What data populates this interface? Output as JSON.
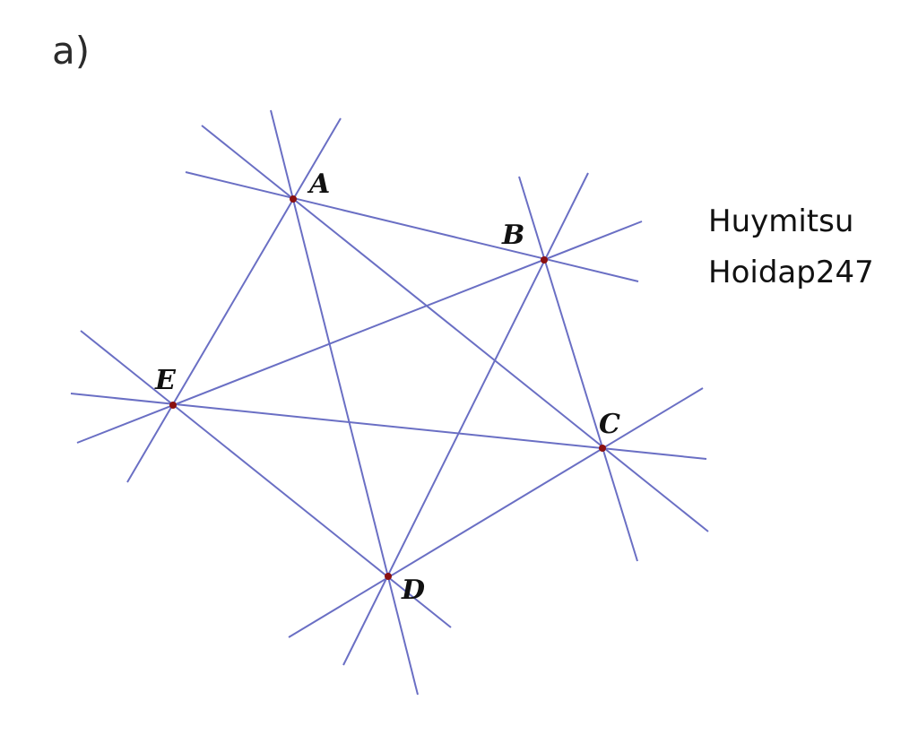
{
  "part_label": "a)",
  "credit": {
    "line1": "Huymitsu",
    "line2": "Hoidap247"
  },
  "figure": {
    "points": [
      {
        "id": "A",
        "label": "A"
      },
      {
        "id": "B",
        "label": "B"
      },
      {
        "id": "C",
        "label": "C"
      },
      {
        "id": "D",
        "label": "D"
      },
      {
        "id": "E",
        "label": "E"
      }
    ],
    "line_color": "#6a6fc4",
    "point_color": "#8b1010"
  }
}
